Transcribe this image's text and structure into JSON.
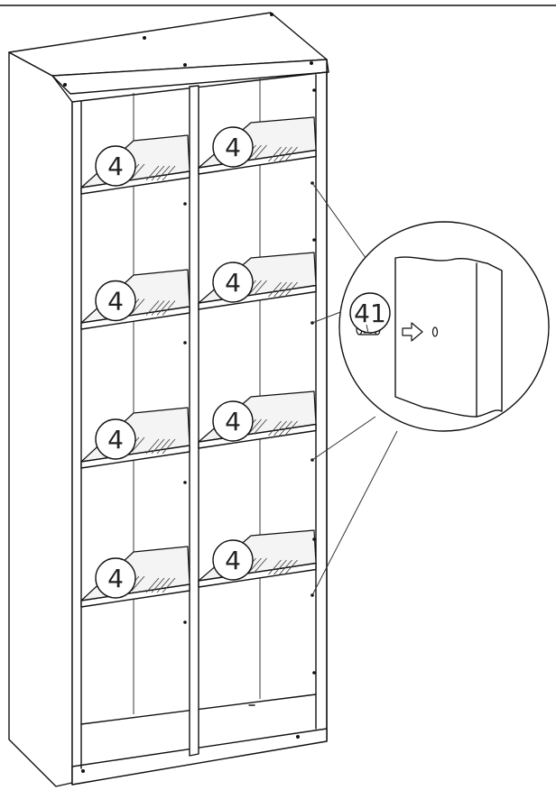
{
  "callouts": {
    "shelf_label": "4",
    "pin_label": "41"
  },
  "parts": {
    "shelf": {
      "callout": "4",
      "count": 8,
      "material": "glass"
    },
    "shelf_pin": {
      "callout": "41"
    }
  },
  "colors": {
    "line": "#111111",
    "background": "#ffffff",
    "glass_fill": "#f4f4f4"
  },
  "icons": {
    "insert_direction": "arrow-right-icon",
    "pin": "shelf-pin-icon",
    "hole": "drill-hole-icon"
  }
}
